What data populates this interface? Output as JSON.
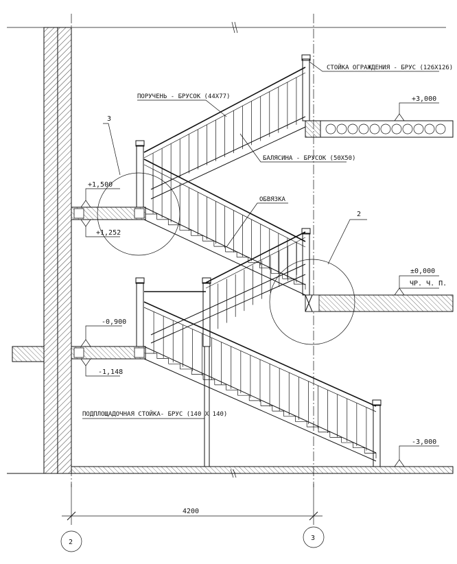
{
  "labels": {
    "post_label": "СТОЙКА ОГРАЖДЕНИЯ - БРУС (126Х126)",
    "handrail_label": "ПОРУЧЕНЬ - БРУСОК (44Х77)",
    "baluster_label": "БАЛЯСИНА - БРУСОК (50Х50)",
    "stringer_label": "ОБВЯЗКА",
    "support_post_label": "ПОДПЛОЩАДОЧНАЯ СТОЙКА- БРУС (140 Х 140)",
    "floor_level_label": "ЧР. Ч. П."
  },
  "callouts": {
    "detail_3": "3",
    "detail_2": "2"
  },
  "elevations": {
    "top": "+3,000",
    "landing_upper": "+1,500",
    "landing_upper_bottom": "+1,252",
    "zero": "±0,000",
    "landing_lower": "-0,900",
    "landing_lower_bottom": "-1,148",
    "bottom": "-3,000"
  },
  "dimensions": {
    "span": "4200"
  },
  "axes": {
    "left": "2",
    "right": "3"
  }
}
